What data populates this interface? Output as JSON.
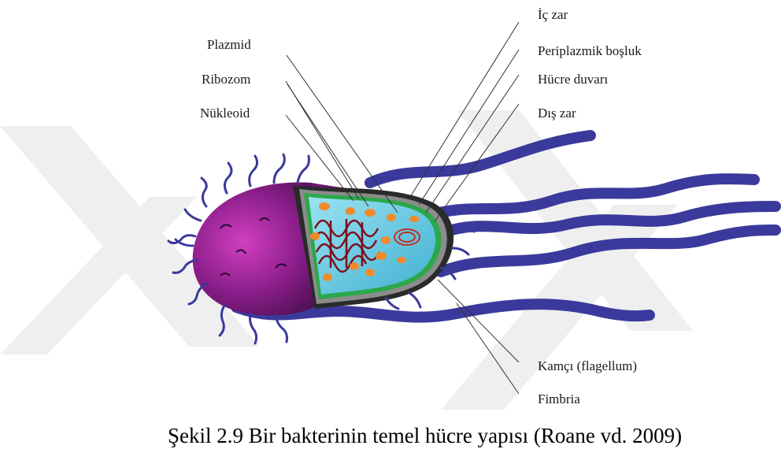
{
  "labels": {
    "ic_zar": "İç zar",
    "plazmid": "Plazmid",
    "periplazmik_bosluk": "Periplazmik boşluk",
    "ribozom": "Ribozom",
    "hucre_duvari": "Hücre duvarı",
    "nukleoid": "Nükleoid",
    "dis_zar": "Dış zar",
    "kamci": "Kamçı (flagellum)",
    "fimbria": "Fimbria"
  },
  "caption": "Şekil 2.9 Bir bakterinin temel hücre yapısı (Roane vd. 2009)",
  "colors": {
    "cell_body": "#8a1e8a",
    "cell_highlight": "#d23fc0",
    "flagella": "#3a3a9c",
    "cytoplasm": "#5ec7e0",
    "cell_wall_green": "#2aa84a",
    "outer_gray": "#8c8c8c",
    "ribosome": "#f08a2a",
    "nucleoid": "#7a1020",
    "plasmid": "#c0302a",
    "watermark": "#eeeeee"
  }
}
